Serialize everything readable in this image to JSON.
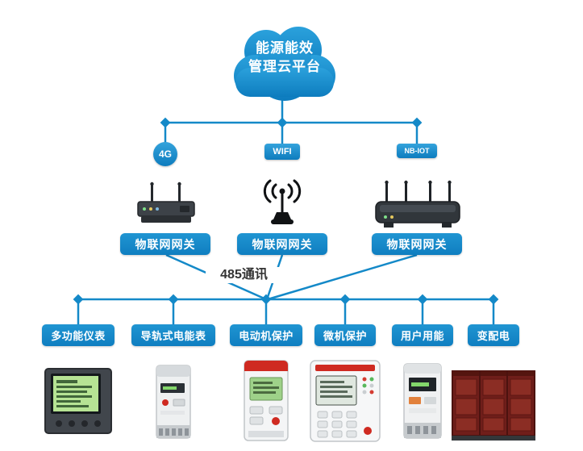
{
  "colors": {
    "primary_blue": "#1489c8",
    "line_blue": "#1489c8",
    "label_text": "#ffffff",
    "bus_text": "#333333",
    "accent_red": "#cf2a21"
  },
  "cloud": {
    "line1": "能源能效",
    "line2": "管理云平台"
  },
  "columns": [
    {
      "badge": "4G",
      "gateway": "物联网网关"
    },
    {
      "badge": "WIFI",
      "gateway": "物联网网关"
    },
    {
      "badge": "NB-IOT",
      "gateway": "物联网网关"
    }
  ],
  "bus": {
    "label": "485通讯"
  },
  "devices": [
    {
      "label": "多功能仪表"
    },
    {
      "label": "导轨式电能表"
    },
    {
      "label": "电动机保护"
    },
    {
      "label": "微机保护"
    },
    {
      "label": "用户用能"
    },
    {
      "label": "变配电"
    }
  ]
}
